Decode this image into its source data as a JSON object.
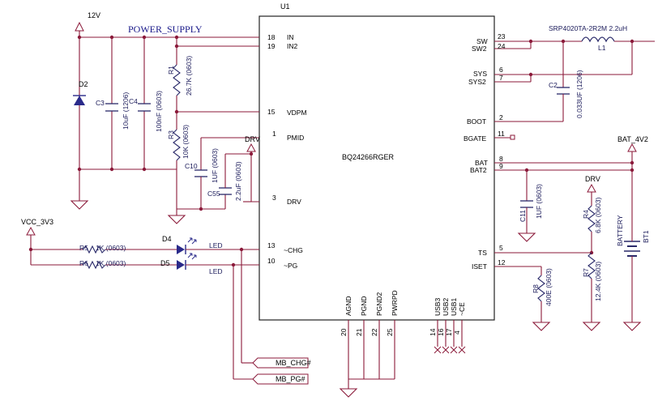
{
  "nets": {
    "v12": "12V",
    "power_supply": "POWER_SUPPLY",
    "vcc": "VCC_3V3",
    "drv_top": "DRV",
    "drv_right": "DRV",
    "bat": "BAT_4V2"
  },
  "ic": {
    "ref": "U1",
    "part": "BQ24266RGER",
    "pins_left": [
      {
        "num": "18",
        "name": "IN"
      },
      {
        "num": "19",
        "name": "IN2"
      },
      {
        "num": "15",
        "name": "VDPM"
      },
      {
        "num": "1",
        "name": "PMID"
      },
      {
        "num": "3",
        "name": "DRV"
      },
      {
        "num": "13",
        "name": "~CHG"
      },
      {
        "num": "10",
        "name": "~PG"
      }
    ],
    "pins_right": [
      {
        "num": "23",
        "name": "SW"
      },
      {
        "num": "24",
        "name": "SW2"
      },
      {
        "num": "6",
        "name": "SYS"
      },
      {
        "num": "7",
        "name": "SYS2"
      },
      {
        "num": "2",
        "name": "BOOT"
      },
      {
        "num": "11",
        "name": "BGATE"
      },
      {
        "num": "8",
        "name": "BAT"
      },
      {
        "num": "9",
        "name": "BAT2"
      },
      {
        "num": "5",
        "name": "TS"
      },
      {
        "num": "12",
        "name": "ISET"
      }
    ],
    "pins_bottom": [
      {
        "num": "20",
        "name": "AGND"
      },
      {
        "num": "21",
        "name": "PGND"
      },
      {
        "num": "22",
        "name": "PGND2"
      },
      {
        "num": "25",
        "name": "PWRPD"
      },
      {
        "num": "14",
        "name": "USB3"
      },
      {
        "num": "16",
        "name": "USB2"
      },
      {
        "num": "17",
        "name": "USB1"
      },
      {
        "num": "4",
        "name": "~CE"
      }
    ]
  },
  "parts": {
    "d2": "D2",
    "c3": {
      "ref": "C3",
      "value": "10uF (1206)"
    },
    "c4": {
      "ref": "C4",
      "value": "100nF (0603)"
    },
    "r1": {
      "ref": "R1",
      "value": "26.7K (0603)"
    },
    "r3": {
      "ref": "R3",
      "value": "10K (0603)"
    },
    "c10": {
      "ref": "C10",
      "value": "1UF (0603)"
    },
    "c55": {
      "ref": "C55",
      "value": "2.2uF (0603)"
    },
    "r5": {
      "ref": "R5",
      "value": "1K (0603)"
    },
    "r6": {
      "ref": "R6",
      "value": "1K (0603)"
    },
    "d4": {
      "ref": "D4",
      "value": "LED"
    },
    "d5": {
      "ref": "D5",
      "value": "LED"
    },
    "l1": {
      "ref": "L1",
      "value": "SRP4020TA-2R2M 2.2uH"
    },
    "c2": {
      "ref": "C2",
      "value": "0.033UF (1206)"
    },
    "c11": {
      "ref": "C11",
      "value": "1UF (0603)"
    },
    "r4": {
      "ref": "R4",
      "value": "6.8K (0603)"
    },
    "r7": {
      "ref": "R7",
      "value": "12.4K (0603)"
    },
    "r8": {
      "ref": "R8",
      "value": "400E (0603)"
    },
    "bt1": {
      "ref": "BT1",
      "value": "BATTERY"
    }
  },
  "ports": {
    "mb_chg": "MB_CHG#",
    "mb_pg": "MB_PG#"
  },
  "colors": {
    "wire": "#8b1a3a",
    "text": "#1a1a5a",
    "net_label": "#1a1a8a"
  }
}
